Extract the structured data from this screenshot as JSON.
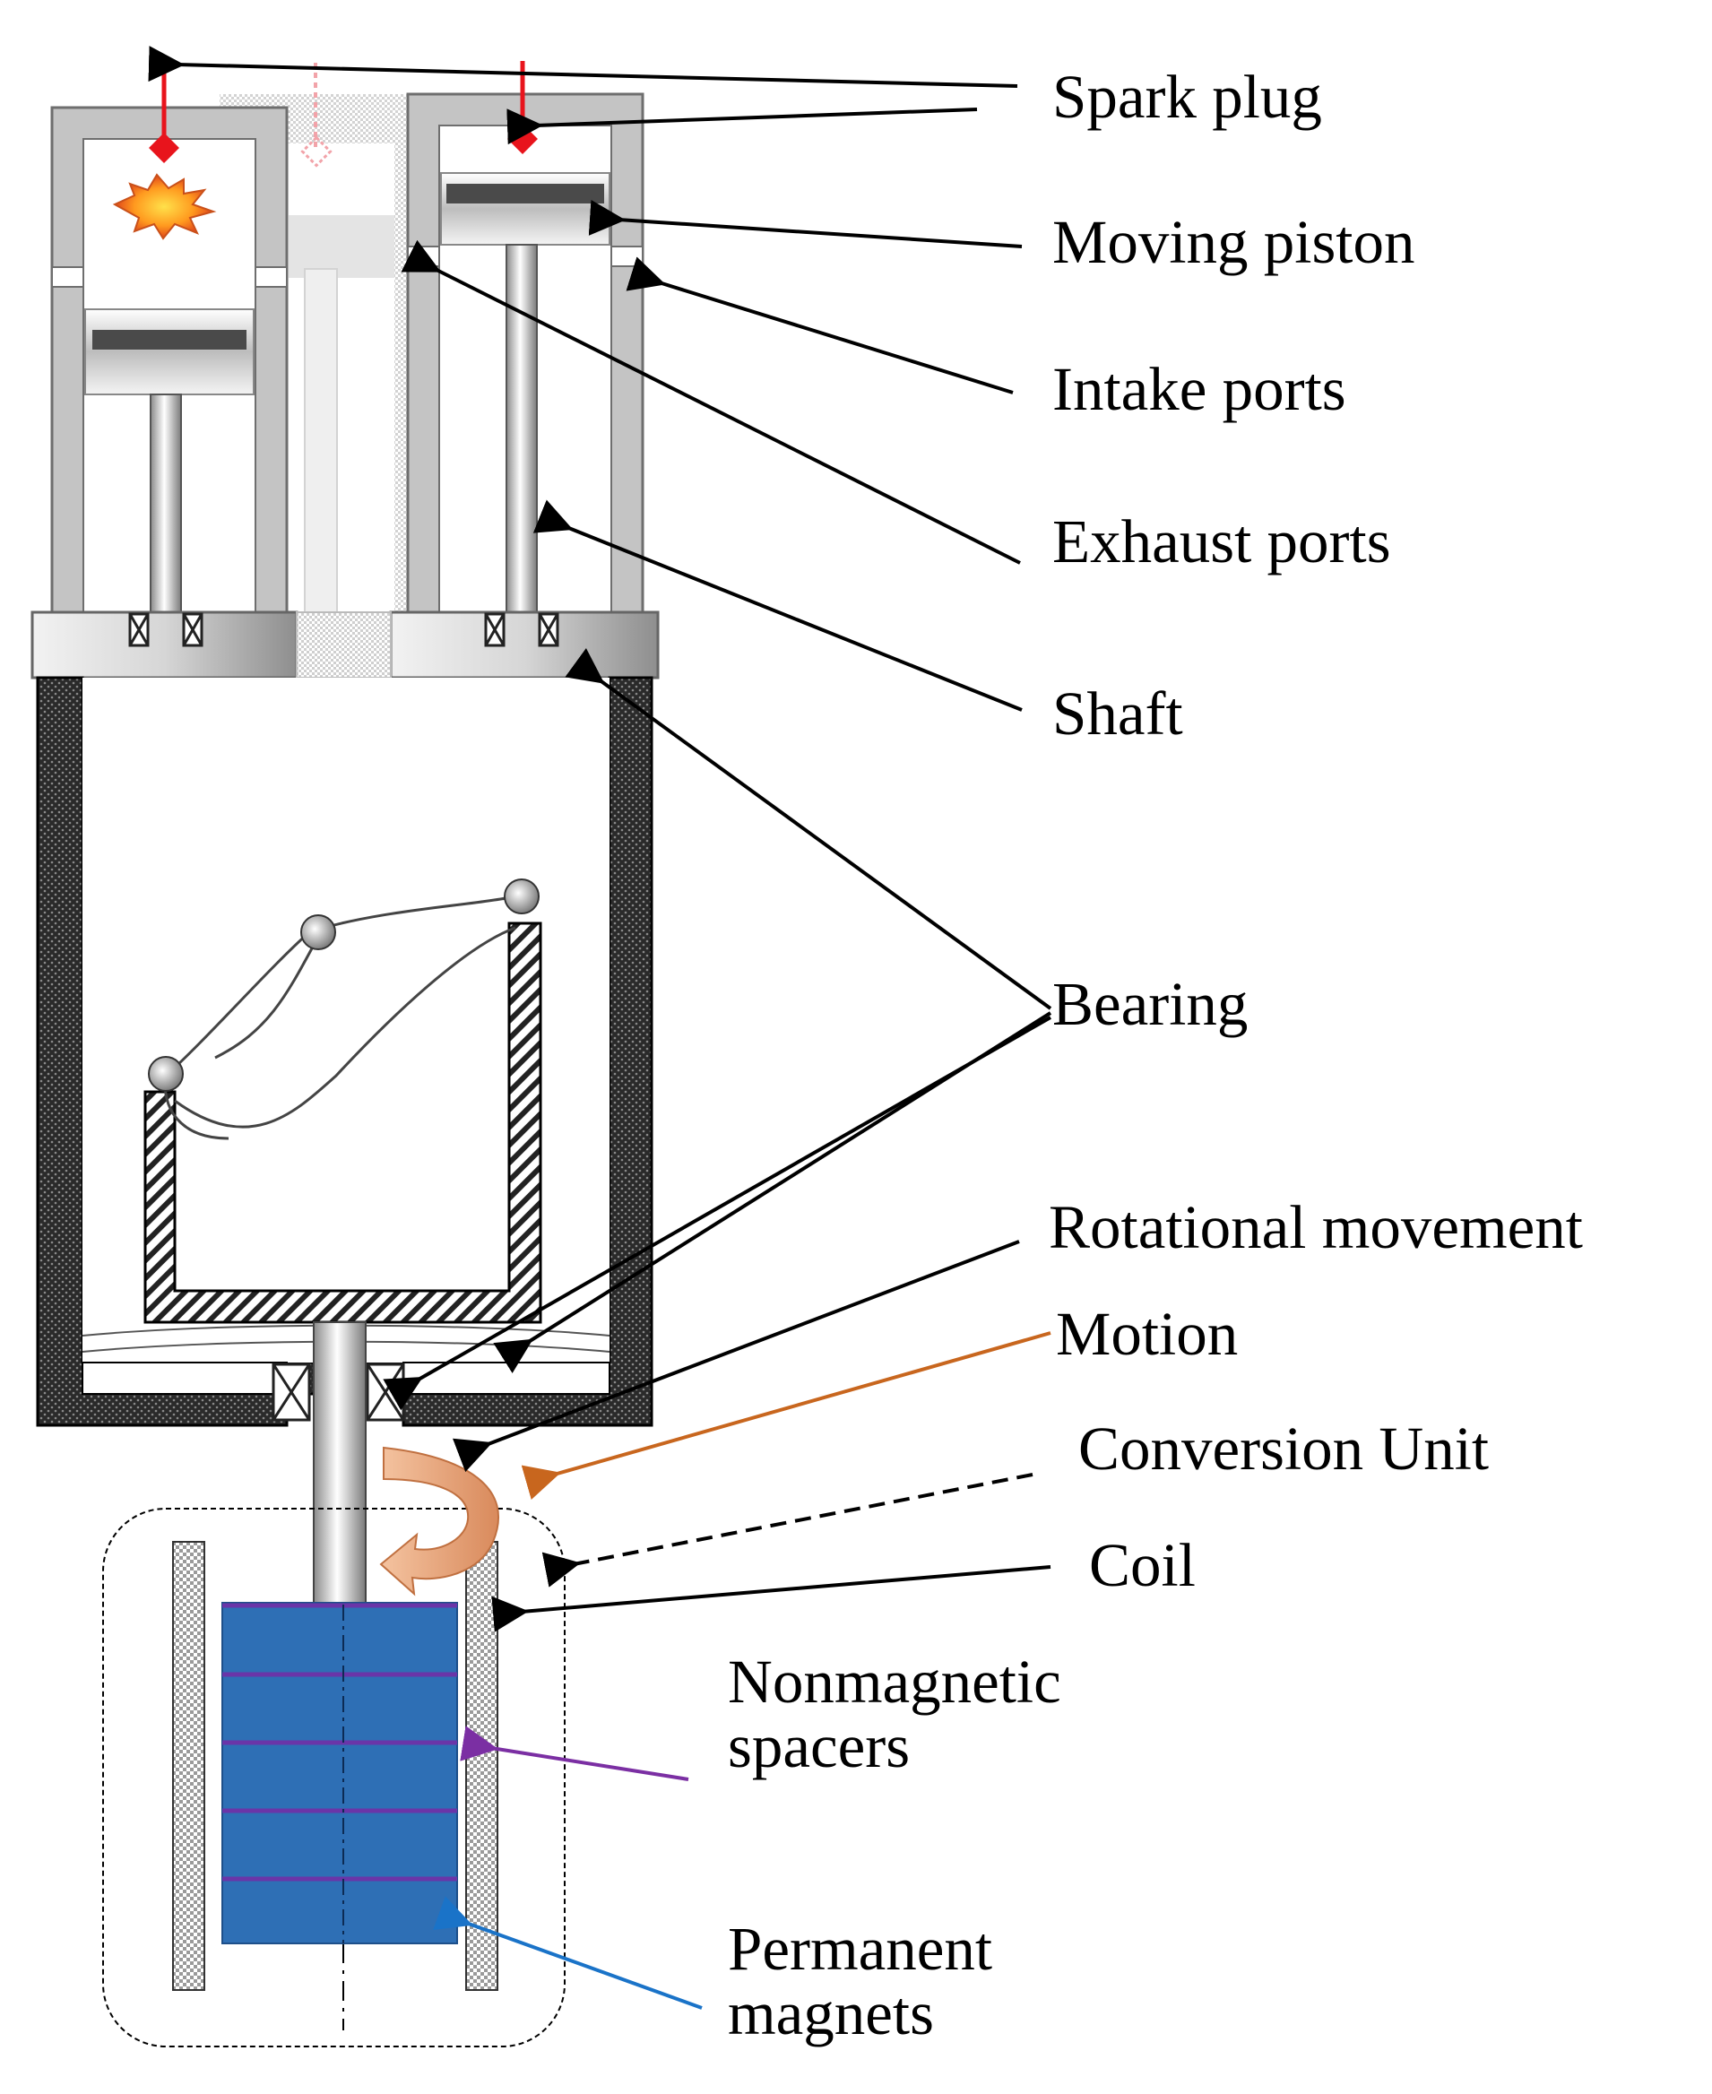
{
  "labels": {
    "spark_plug": "Spark plug",
    "moving_piston": "Moving piston",
    "intake_ports": "Intake ports",
    "exhaust_ports": "Exhaust ports",
    "shaft": "Shaft",
    "bearing": "Bearing",
    "rotational_movement": "Rotational movement",
    "motion": "Motion",
    "conversion_unit": "Conversion Unit",
    "coil": "Coil",
    "nonmagnetic_line1": "Nonmagnetic",
    "nonmagnetic_line2": "spacers",
    "permanent_line1": "Permanent",
    "permanent_line2": "magnets"
  },
  "colors": {
    "spark_plug_red": "#e8141c",
    "motion_arrow": "#c8661e",
    "spacer_arrow": "#7b2fa3",
    "magnet_arrow": "#1a73c8",
    "magnet_fill": "#2e6fb5",
    "spacer_stripe": "#6a35a8",
    "housing_dark": "#1e1e1e",
    "cylinder_gray": "#c4c4c4"
  }
}
